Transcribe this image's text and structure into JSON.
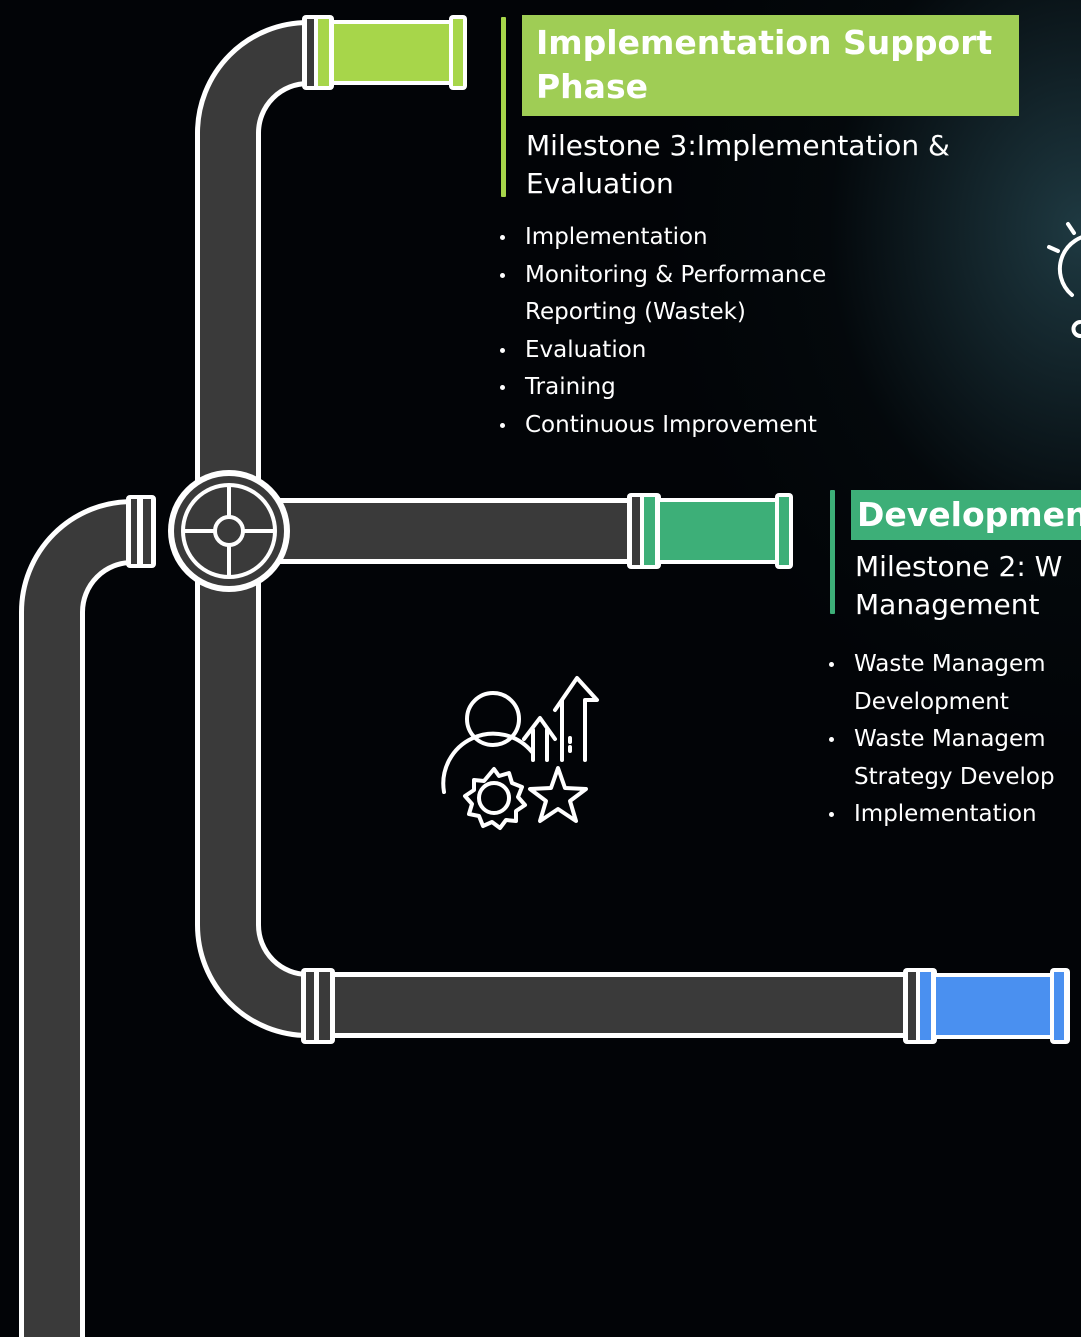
{
  "colors": {
    "background": "#020407",
    "pipe": "#3a3a3a",
    "pipe_outline": "#ffffff",
    "phase3_accent": "#a7d64a",
    "phase3_title_bg": "#9fcd55",
    "phase2_accent": "#3daf78",
    "phase1_accent": "#4a90f0"
  },
  "phases": [
    {
      "title": "Implementation Support Phase",
      "title_line1": "Implementation Support",
      "title_line2": "Phase",
      "milestone_line1": "Milestone 3:Implementation &",
      "milestone_line2": "Evaluation",
      "bullets": [
        {
          "line1": "Implementation",
          "line2": ""
        },
        {
          "line1": "Monitoring & Performance",
          "line2": "Reporting (Wastek)"
        },
        {
          "line1": "Evaluation",
          "line2": ""
        },
        {
          "line1": "Training",
          "line2": ""
        },
        {
          "line1": "Continuous Improvement",
          "line2": ""
        }
      ]
    },
    {
      "title": "Developmen",
      "milestone_line1": "Milestone 2: W",
      "milestone_line2": "Management",
      "bullets": [
        {
          "line1": "Waste Managem",
          "line2": "Development"
        },
        {
          "line1": "Waste Managem",
          "line2": "Strategy Develop"
        },
        {
          "line1": "Implementation",
          "line2": ""
        }
      ]
    }
  ],
  "icons": {
    "phase2_icon": "person-gear-growth-icon",
    "phase3_icon": "lightbulb-icon",
    "valve_icon": "pipe-valve-icon"
  }
}
